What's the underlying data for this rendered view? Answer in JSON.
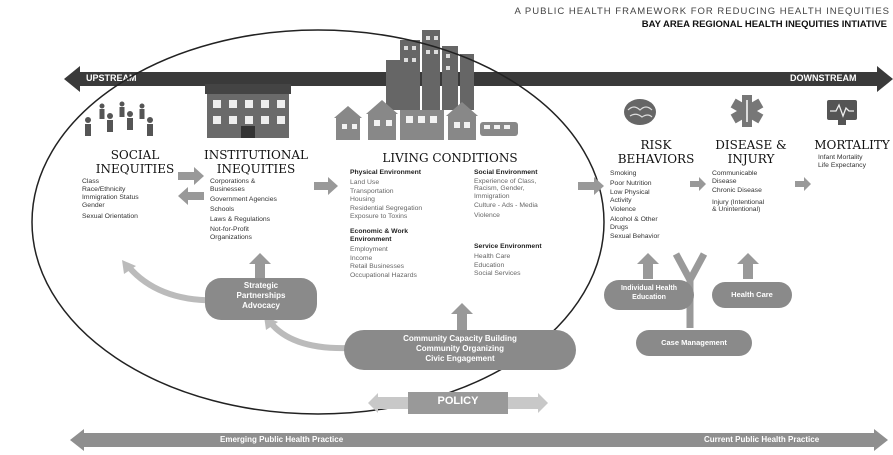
{
  "header": {
    "line1": "A PUBLIC HEALTH FRAMEWORK FOR REDUCING HEALTH INEQUITIES",
    "line2": "BAY AREA REGIONAL HEALTH INEQUITIES INTIATIVE"
  },
  "top_arrow": {
    "left": "UPSTREAM",
    "right": "DOWNSTREAM"
  },
  "columns": {
    "social": {
      "title1": "SOCIAL",
      "title2": "INEQUITIES",
      "items": [
        "Class",
        "Race/Ethnicity",
        "Immigration Status",
        "Gender",
        "Sexual Orientation"
      ]
    },
    "institutional": {
      "title1": "INSTITUTIONAL",
      "title2": "INEQUITIES",
      "items": [
        "Corporations &",
        "Businesses",
        "Government Agencies",
        "Schools",
        "Laws & Regulations",
        "Not-for-Profit",
        "Organizations"
      ]
    },
    "living": {
      "title": "LIVING CONDITIONS",
      "physical": {
        "heading": "Physical Environment",
        "items": [
          "Land Use",
          "Transportation",
          "Housing",
          "Residential Segregation",
          "Exposure to Toxins"
        ]
      },
      "economic": {
        "heading": "Economic & Work",
        "heading2": "Environment",
        "items": [
          "Employment",
          "Income",
          "Retail Businesses",
          "Occupational Hazards"
        ]
      },
      "social_env": {
        "heading": "Social Environment",
        "items": [
          "Experience of Class,",
          "Racism, Gender,",
          "Immigration",
          "Culture - Ads - Media",
          "Violence"
        ]
      },
      "service": {
        "heading": "Service Environment",
        "items": [
          "Health Care",
          "Education",
          "Social Services"
        ]
      }
    },
    "risk": {
      "title1": "RISK",
      "title2": "BEHAVIORS",
      "items": [
        "Smoking",
        "Poor Nutrition",
        "Low Physical",
        "Activity",
        "Violence",
        "Alcohol & Other",
        "Drugs",
        "Sexual Behavior"
      ]
    },
    "disease": {
      "title1": "DISEASE &",
      "title2": "INJURY",
      "items": [
        "Communicable",
        "Disease",
        "Chronic Disease",
        "",
        "Injury (Intentional",
        "& Unintentional)"
      ]
    },
    "mortality": {
      "title": "MORTALITY",
      "items": [
        "Infant Mortality",
        "Life Expectancy"
      ]
    }
  },
  "interventions": {
    "strategic": [
      "Strategic",
      "Partnerships",
      "Advocacy"
    ],
    "community": [
      "Community Capacity Building",
      "Community Organizing",
      "Civic Engagement"
    ],
    "individual": [
      "Individual Health",
      "Education"
    ],
    "health_care": "Health Care",
    "case_management": "Case Management",
    "policy": "POLICY"
  },
  "bottom_arrow": {
    "left": "Emerging Public Health Practice",
    "right": "Current Public Health Practice"
  }
}
